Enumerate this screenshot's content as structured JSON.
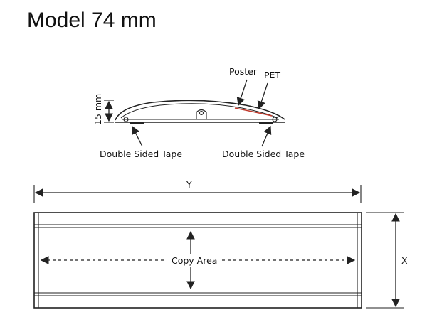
{
  "title": "Model 74 mm",
  "profile": {
    "height_label": "15 mm",
    "poster_label": "Poster",
    "pet_label": "PET",
    "tape_left_label": "Double Sided Tape",
    "tape_right_label": "Double Sided Tape"
  },
  "frame": {
    "width_label": "Y",
    "height_label": "X",
    "copy_area_label": "Copy Area"
  },
  "colors": {
    "line": "#222222",
    "poster_accent": "#c0392b",
    "background": "#ffffff"
  }
}
